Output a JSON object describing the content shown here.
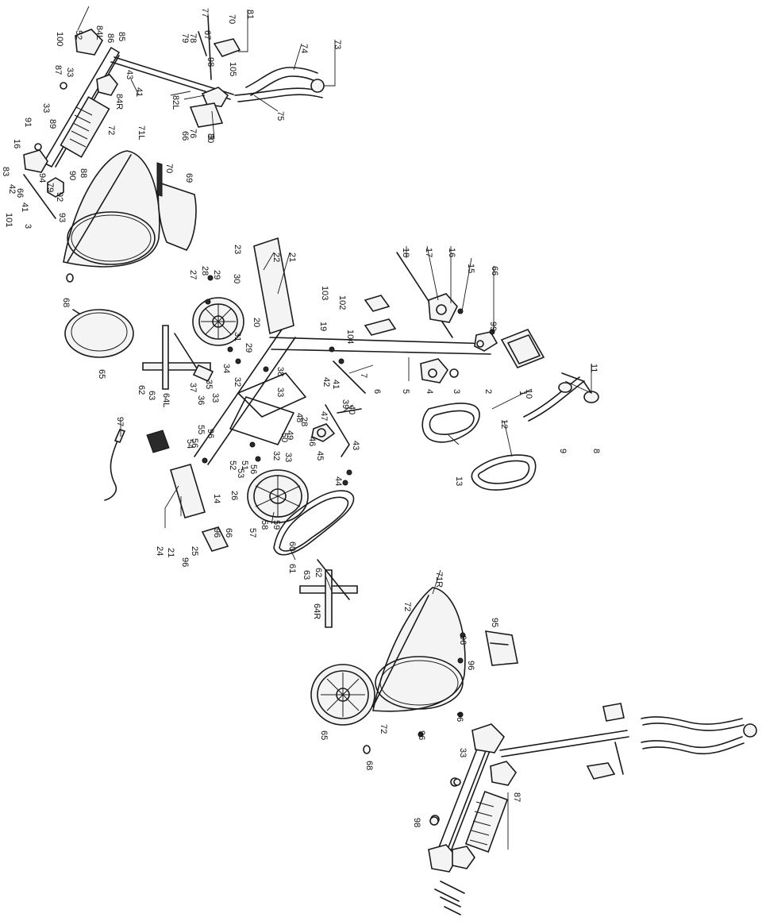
{
  "labels": [
    {
      "id": "p1",
      "text": "1"
    },
    {
      "id": "p2",
      "text": "2"
    },
    {
      "id": "p3a",
      "text": "3"
    },
    {
      "id": "p3b",
      "text": "3"
    },
    {
      "id": "p3c",
      "text": "3"
    },
    {
      "id": "p4",
      "text": "4"
    },
    {
      "id": "p5",
      "text": "5"
    },
    {
      "id": "p6",
      "text": "6"
    },
    {
      "id": "p7",
      "text": "7"
    },
    {
      "id": "p8",
      "text": "8"
    },
    {
      "id": "p9",
      "text": "9"
    },
    {
      "id": "p10",
      "text": "10"
    },
    {
      "id": "p11",
      "text": "11"
    },
    {
      "id": "p12",
      "text": "12"
    },
    {
      "id": "p13",
      "text": "13"
    },
    {
      "id": "p14",
      "text": "14"
    },
    {
      "id": "p15",
      "text": "15"
    },
    {
      "id": "p16a",
      "text": "16"
    },
    {
      "id": "p16b",
      "text": "16"
    },
    {
      "id": "p17",
      "text": "17"
    },
    {
      "id": "p18",
      "text": "18"
    },
    {
      "id": "p19",
      "text": "19"
    },
    {
      "id": "p20",
      "text": "20"
    },
    {
      "id": "p21a",
      "text": "21"
    },
    {
      "id": "p21b",
      "text": "21"
    },
    {
      "id": "p22",
      "text": "22"
    },
    {
      "id": "p23",
      "text": "23"
    },
    {
      "id": "p24",
      "text": "24"
    },
    {
      "id": "p25",
      "text": "25"
    },
    {
      "id": "p26",
      "text": "26"
    },
    {
      "id": "p27",
      "text": "27"
    },
    {
      "id": "p28a",
      "text": "28"
    },
    {
      "id": "p28b",
      "text": "28"
    },
    {
      "id": "p29a",
      "text": "29"
    },
    {
      "id": "p29b",
      "text": "29"
    },
    {
      "id": "p30",
      "text": "30"
    },
    {
      "id": "p31",
      "text": "31"
    },
    {
      "id": "p32a",
      "text": "32"
    },
    {
      "id": "p32b",
      "text": "32"
    },
    {
      "id": "p33a",
      "text": "33"
    },
    {
      "id": "p33b",
      "text": "33"
    },
    {
      "id": "p33c",
      "text": "33"
    },
    {
      "id": "p33d",
      "text": "33"
    },
    {
      "id": "p33e",
      "text": "33"
    },
    {
      "id": "p33f",
      "text": "33"
    },
    {
      "id": "p34",
      "text": "34"
    },
    {
      "id": "p35",
      "text": "35"
    },
    {
      "id": "p36",
      "text": "36"
    },
    {
      "id": "p37",
      "text": "37"
    },
    {
      "id": "p38",
      "text": "38"
    },
    {
      "id": "p39",
      "text": "39"
    },
    {
      "id": "p40",
      "text": "40"
    },
    {
      "id": "p41a",
      "text": "41"
    },
    {
      "id": "p41b",
      "text": "41"
    },
    {
      "id": "p41c",
      "text": "41"
    },
    {
      "id": "p42a",
      "text": "42"
    },
    {
      "id": "p42b",
      "text": "42"
    },
    {
      "id": "p43a",
      "text": "43"
    },
    {
      "id": "p43b",
      "text": "43"
    },
    {
      "id": "p44",
      "text": "44"
    },
    {
      "id": "p45",
      "text": "45"
    },
    {
      "id": "p46",
      "text": "46"
    },
    {
      "id": "p47",
      "text": "47"
    },
    {
      "id": "p48",
      "text": "48"
    },
    {
      "id": "p49",
      "text": "49"
    },
    {
      "id": "p50",
      "text": "50"
    },
    {
      "id": "p51",
      "text": "51"
    },
    {
      "id": "p52a",
      "text": "52"
    },
    {
      "id": "p52b",
      "text": "52"
    },
    {
      "id": "p53",
      "text": "53"
    },
    {
      "id": "p54",
      "text": "54"
    },
    {
      "id": "p55",
      "text": "55"
    },
    {
      "id": "p56a",
      "text": "56"
    },
    {
      "id": "p56b",
      "text": "56"
    },
    {
      "id": "p57",
      "text": "57"
    },
    {
      "id": "p58",
      "text": "58"
    },
    {
      "id": "p59",
      "text": "59"
    },
    {
      "id": "p60",
      "text": "60"
    },
    {
      "id": "p61",
      "text": "61"
    },
    {
      "id": "p62a",
      "text": "62"
    },
    {
      "id": "p62b",
      "text": "62"
    },
    {
      "id": "p63a",
      "text": "63"
    },
    {
      "id": "p63b",
      "text": "63"
    },
    {
      "id": "p64L",
      "text": "64L"
    },
    {
      "id": "p64R",
      "text": "64R"
    },
    {
      "id": "p65a",
      "text": "65"
    },
    {
      "id": "p65b",
      "text": "65"
    },
    {
      "id": "p66a",
      "text": "66"
    },
    {
      "id": "p66b",
      "text": "66"
    },
    {
      "id": "p66c",
      "text": "66"
    },
    {
      "id": "p66d",
      "text": "66"
    },
    {
      "id": "p67",
      "text": "67"
    },
    {
      "id": "p68a",
      "text": "68"
    },
    {
      "id": "p68b",
      "text": "68"
    },
    {
      "id": "p69",
      "text": "69"
    },
    {
      "id": "p70a",
      "text": "70"
    },
    {
      "id": "p70b",
      "text": "70"
    },
    {
      "id": "p71L",
      "text": "71L"
    },
    {
      "id": "p71R",
      "text": "71R"
    },
    {
      "id": "p72a",
      "text": "72"
    },
    {
      "id": "p72b",
      "text": "72"
    },
    {
      "id": "p72c",
      "text": "72"
    },
    {
      "id": "p73",
      "text": "73"
    },
    {
      "id": "p74",
      "text": "74"
    },
    {
      "id": "p75",
      "text": "75"
    },
    {
      "id": "p76",
      "text": "76"
    },
    {
      "id": "p77",
      "text": "77"
    },
    {
      "id": "p78",
      "text": "78"
    },
    {
      "id": "p79a",
      "text": "79"
    },
    {
      "id": "p79b",
      "text": "79"
    },
    {
      "id": "p80",
      "text": "80"
    },
    {
      "id": "p81",
      "text": "81"
    },
    {
      "id": "p82L",
      "text": "82L"
    },
    {
      "id": "p83",
      "text": "83"
    },
    {
      "id": "p84L",
      "text": "84L"
    },
    {
      "id": "p84R",
      "text": "84R"
    },
    {
      "id": "p85",
      "text": "85"
    },
    {
      "id": "p86",
      "text": "86"
    },
    {
      "id": "p87a",
      "text": "87"
    },
    {
      "id": "p87b",
      "text": "87"
    },
    {
      "id": "p88",
      "text": "88"
    },
    {
      "id": "p89",
      "text": "89"
    },
    {
      "id": "p90",
      "text": "90"
    },
    {
      "id": "p91",
      "text": "91"
    },
    {
      "id": "p92",
      "text": "92"
    },
    {
      "id": "p93",
      "text": "93"
    },
    {
      "id": "p94",
      "text": "94"
    },
    {
      "id": "p95",
      "text": "95"
    },
    {
      "id": "p96a",
      "text": "96"
    },
    {
      "id": "p96b",
      "text": "96"
    },
    {
      "id": "p96c",
      "text": "96"
    },
    {
      "id": "p96d",
      "text": "96"
    },
    {
      "id": "p96e",
      "text": "96"
    },
    {
      "id": "p96f",
      "text": "96"
    },
    {
      "id": "p96g",
      "text": "96"
    },
    {
      "id": "p97",
      "text": "97"
    },
    {
      "id": "p98a",
      "text": "98"
    },
    {
      "id": "p98b",
      "text": "98"
    },
    {
      "id": "p99",
      "text": "99"
    },
    {
      "id": "p100",
      "text": "100"
    },
    {
      "id": "p101",
      "text": "101"
    },
    {
      "id": "p102",
      "text": "102"
    },
    {
      "id": "p103",
      "text": "103"
    },
    {
      "id": "p104",
      "text": "104"
    },
    {
      "id": "p105",
      "text": "105"
    }
  ]
}
